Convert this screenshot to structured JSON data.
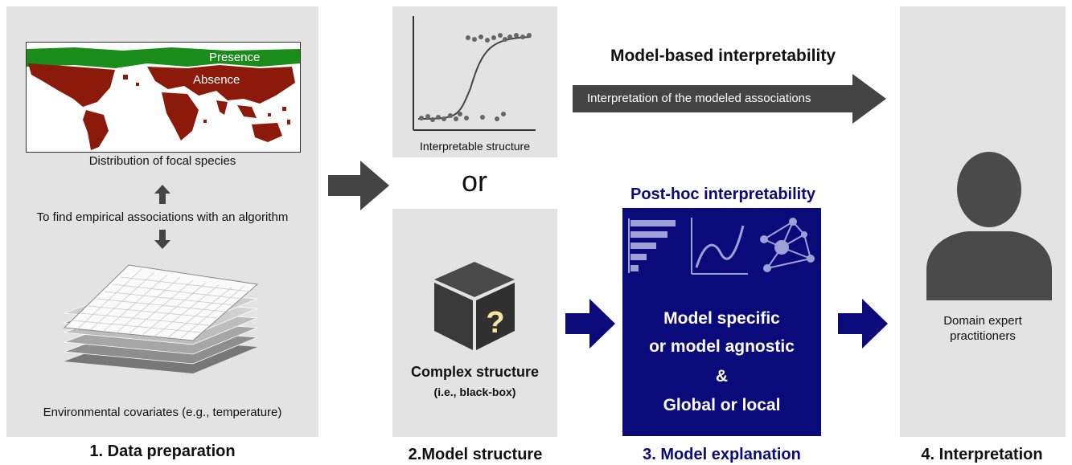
{
  "sections": {
    "data_preparation": {
      "footer": "1. Data preparation",
      "map_labels": {
        "presence": "Presence",
        "absence": "Absence"
      },
      "map_caption": "Distribution of focal species",
      "algorithm_note": "To find empirical associations with an algorithm",
      "layers_caption": "Environmental covariates (e.g., temperature)"
    },
    "model_structure": {
      "footer": "2.Model structure",
      "interpretable_caption": "Interpretable structure",
      "or_label": "or",
      "complex_title": "Complex structure",
      "complex_subtitle": "(i.e., black-box)",
      "box_mark": "?"
    },
    "model_based": {
      "title": "Model-based interpretability",
      "arrow_text": "Interpretation of the modeled associations"
    },
    "model_explanation": {
      "footer": "3. Model explanation",
      "title": "Post-hoc interpretability",
      "line1": "Model specific",
      "line2": "or model agnostic",
      "ampersand": "&",
      "line3": "Global or local"
    },
    "interpretation": {
      "footer": "4. Interpretation",
      "caption_line1": "Domain expert",
      "caption_line2": "practitioners"
    }
  },
  "colors": {
    "panel_gray": "#e3e3e3",
    "navy": "#0a0a7a",
    "dark_gray": "#444444",
    "absence_red": "#8b1a0a",
    "presence_green": "#1a8c1a"
  },
  "icons": [
    "bar-chart-icon",
    "curve-chart-icon",
    "network-icon",
    "cube-question-icon",
    "person-icon",
    "arrow-icon"
  ]
}
